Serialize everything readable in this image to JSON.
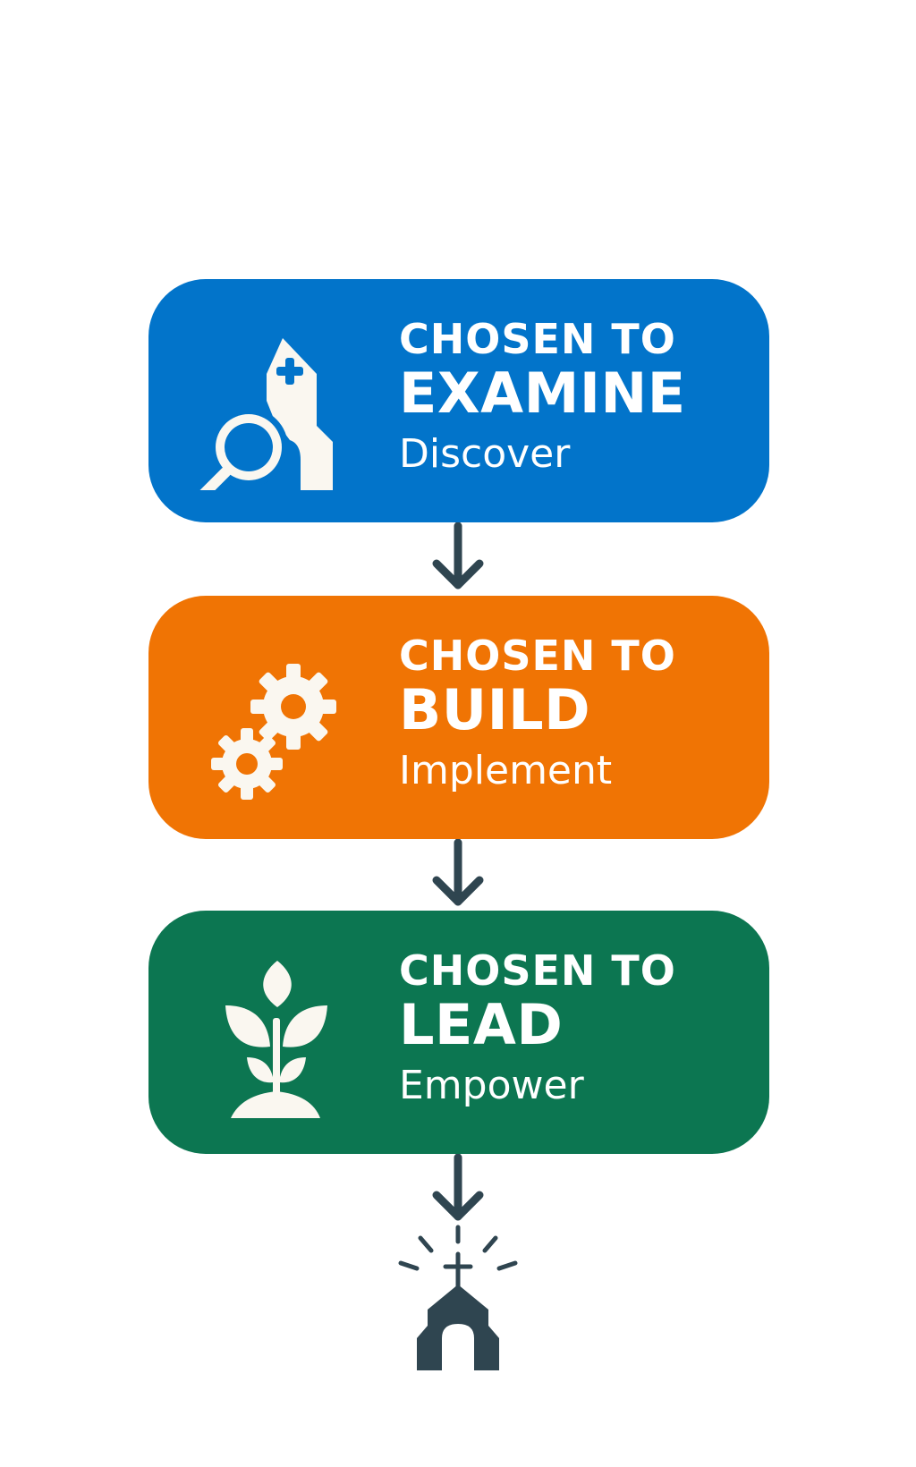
{
  "colors": {
    "examine": "#0274CA",
    "build": "#F07404",
    "lead": "#0C7651",
    "icon_fill": "#FAF7F0",
    "connector": "#2F4550"
  },
  "steps": [
    {
      "eyebrow": "CHOSEN TO",
      "headline": "EXAMINE",
      "tagline": "Discover",
      "icon": "magnifier-church-icon"
    },
    {
      "eyebrow": "CHOSEN TO",
      "headline": "BUILD",
      "tagline": "Implement",
      "icon": "gears-icon"
    },
    {
      "eyebrow": "CHOSEN TO",
      "headline": "LEAD",
      "tagline": "Empower",
      "icon": "sprout-icon"
    }
  ],
  "final_icon": "radiant-church-icon"
}
